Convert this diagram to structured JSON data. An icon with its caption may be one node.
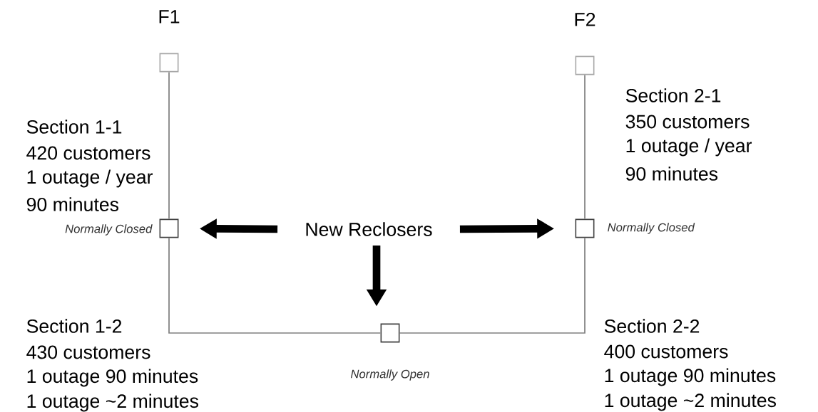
{
  "diagram": {
    "nodes": [
      {
        "text": [
          "New Reclosers"
        ]
      },
      {
        "text": [
          "F1"
        ]
      },
      {
        "text": [
          "F2"
        ]
      },
      {
        "text": [],
        "shape": "box",
        "beside": [
          "Normally Closed"
        ]
      },
      {
        "text": [],
        "shape": "box",
        "beside": [
          "Normally Closed"
        ]
      },
      {
        "text": [],
        "shape": "box",
        "beside": [
          "Normally Open"
        ]
      }
    ],
    "edges": [
      {
        "from": 1,
        "to": 3,
        "arrow": "none"
      },
      {
        "from": 3,
        "to": 5,
        "arrow": "none"
      },
      {
        "from": 2,
        "to": 4,
        "arrow": "none"
      },
      {
        "from": 4,
        "to": 5,
        "arrow": "none"
      },
      {
        "from": 0,
        "to": 3,
        "arrow": "to",
        "style": "thick",
        "color": "#000000"
      },
      {
        "from": 0,
        "to": 4,
        "arrow": "to",
        "style": "thick",
        "color": "#000000"
      },
      {
        "from": 0,
        "to": 5,
        "arrow": "to",
        "style": "thick",
        "color": "#000000"
      }
    ],
    "labels": [
      "Section 1-1",
      "420 customers",
      "1 outage / year",
      "90 minutes",
      "Section 2-1",
      "350 customers",
      "1 outage / year",
      "90 minutes",
      "Section 1-2",
      "430 customers",
      "1 outage 90 minutes",
      "1 outage ~2 minutes",
      "Section 2-2",
      "400 customers",
      "1 outage 90 minutes",
      "1 outage ~2 minutes"
    ]
  }
}
